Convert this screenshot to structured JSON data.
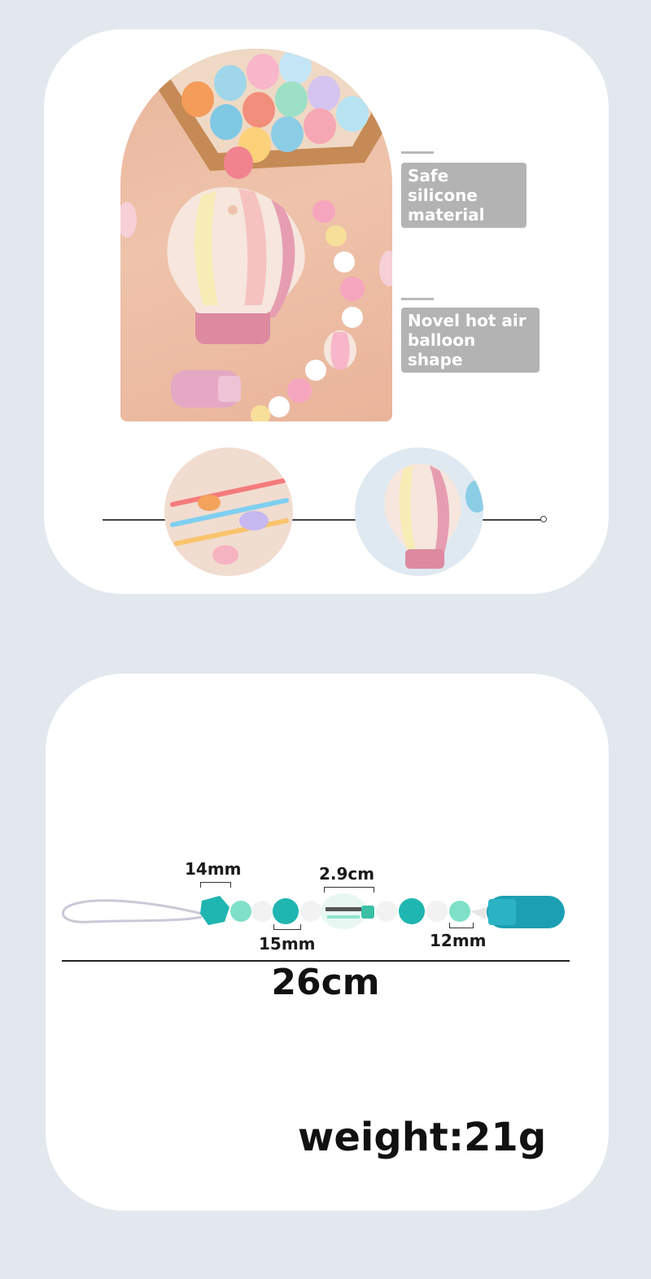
{
  "features": [
    {
      "label": "Safe silicone\nmaterial"
    },
    {
      "label": "Novel hot air\nballoon shape"
    }
  ],
  "dimensions": {
    "clip_bead": "14mm",
    "balloon_bead": "2.9cm",
    "large_bead": "15mm",
    "small_bead": "12mm",
    "total_length": "26cm"
  },
  "weight": "weight:21g",
  "colors": {
    "background": "#e3e8ef",
    "card": "#ffffff",
    "label_bg": "#b3b3b3",
    "teal": "#1fb5b0",
    "mint": "#7fe0c8",
    "pink_bead": "#f4a6b9",
    "yellow_bead": "#f7df9a"
  }
}
